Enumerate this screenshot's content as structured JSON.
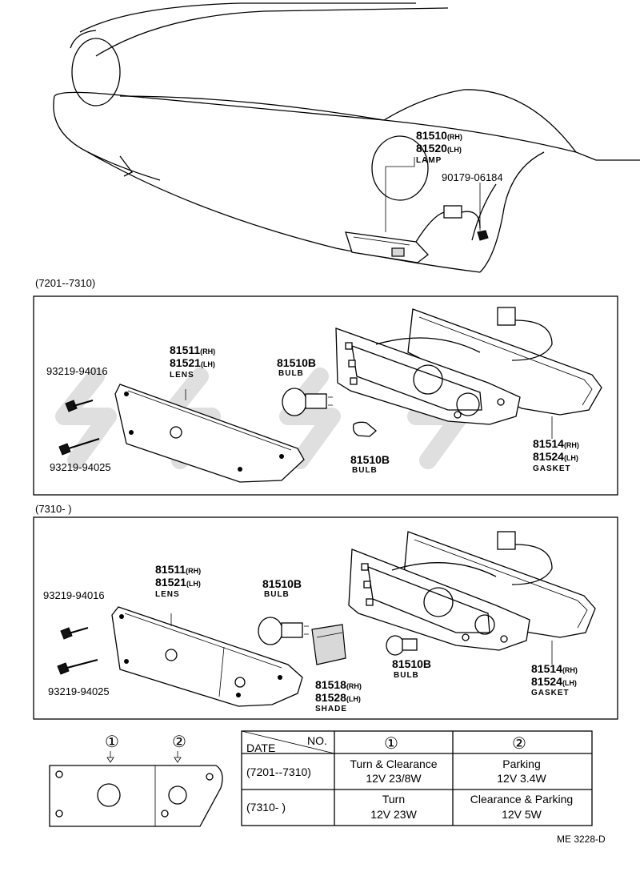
{
  "lamp_overview": {
    "lamp_rh_part": "81510",
    "lamp_rh_side": "(RH)",
    "lamp_lh_part": "81520",
    "lamp_lh_side": "(LH)",
    "lamp_caption": "LAMP",
    "nut_part": "90179-06184"
  },
  "section_early": {
    "date_range": "(7201--7310)",
    "screw_short_part": "93219-94016",
    "screw_long_part": "93219-94025",
    "lens_rh_part": "81511",
    "lens_rh_side": "(RH)",
    "lens_lh_part": "81521",
    "lens_lh_side": "(LH)",
    "lens_caption": "LENS",
    "bulb_large_part": "81510B",
    "bulb_large_caption": "BULB",
    "bulb_small_part": "81510B",
    "bulb_small_caption": "BULB",
    "gasket_rh_part": "81514",
    "gasket_rh_side": "(RH)",
    "gasket_lh_part": "81524",
    "gasket_lh_side": "(LH)",
    "gasket_caption": "GASKET"
  },
  "section_late": {
    "date_range": "(7310-        )",
    "screw_short_part": "93219-94016",
    "screw_long_part": "93219-94025",
    "lens_rh_part": "81511",
    "lens_rh_side": "(RH)",
    "lens_lh_part": "81521",
    "lens_lh_side": "(LH)",
    "lens_caption": "LENS",
    "bulb_large_part": "81510B",
    "bulb_large_caption": "BULB",
    "bulb_small_part": "81510B",
    "bulb_small_caption": "BULB",
    "shade_rh_part": "81518",
    "shade_rh_side": "(RH)",
    "shade_lh_part": "81528",
    "shade_lh_side": "(LH)",
    "shade_caption": "SHADE",
    "gasket_rh_part": "81514",
    "gasket_rh_side": "(RH)",
    "gasket_lh_part": "81524",
    "gasket_lh_side": "(LH)",
    "gasket_caption": "GASKET"
  },
  "position_diagram": {
    "marker_1": "①",
    "marker_2": "②"
  },
  "bulb_table": {
    "header_no": "NO.",
    "header_date": "DATE",
    "col_1": "①",
    "col_2": "②",
    "rows": [
      {
        "date": "(7201--7310)",
        "c1_line1": "Turn & Clearance",
        "c1_line2": "12V 23/8W",
        "c2_line1": "Parking",
        "c2_line2": "12V 3.4W"
      },
      {
        "date": "(7310-        )",
        "c1_line1": "Turn",
        "c1_line2": "12V 23W",
        "c2_line1": "Clearance & Parking",
        "c2_line2": "12V 5W"
      }
    ]
  },
  "figure_code": "ME 3228-D"
}
